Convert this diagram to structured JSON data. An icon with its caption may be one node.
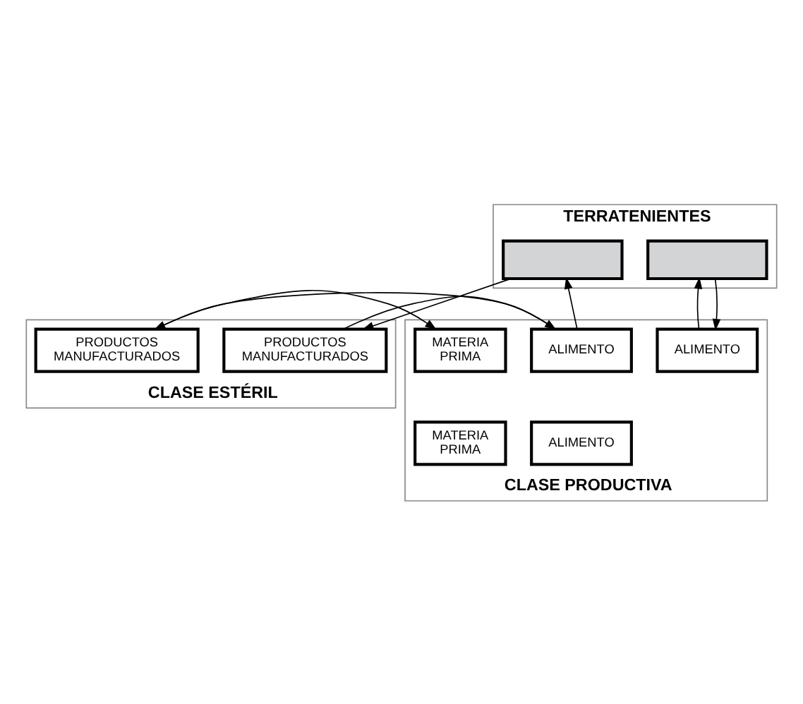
{
  "diagram": {
    "nodes": [
      {
        "text": [
          "TERRATENIENTES"
        ]
      },
      {
        "text": [],
        "shape": "box",
        "in": 0
      },
      {
        "text": [],
        "shape": "box",
        "in": 0
      },
      {
        "text": [
          "CLASE ESTÉRIL"
        ]
      },
      {
        "text": [
          "PRODUCTOS MANUFACTURADOS"
        ],
        "in": 3
      },
      {
        "text": [
          "PRODUCTOS MANUFACTURADOS"
        ],
        "in": 3
      },
      {
        "text": [
          "CLASE PRODUCTIVA"
        ]
      },
      {
        "text": [
          "ALIMENTO"
        ],
        "in": 6
      },
      {
        "text": [
          "ALIMENTO"
        ],
        "in": 6
      },
      {
        "text": [
          "ALIMENTO"
        ],
        "in": 6
      },
      {
        "text": [
          "MATERIA PRIMA"
        ],
        "in": 6
      },
      {
        "text": [
          "MATERIA PRIMA"
        ],
        "in": 6
      }
    ],
    "edges": [
      {
        "from": 1,
        "to": 4,
        "arrow": "to"
      },
      {
        "from": 8,
        "to": 1,
        "arrow": "to"
      },
      {
        "from": 4,
        "to": 8,
        "arrow": "to"
      },
      {
        "from": 8,
        "to": 5,
        "arrow": "to"
      },
      {
        "from": 2,
        "to": 7,
        "arrow": "to"
      },
      {
        "from": 7,
        "to": 2,
        "arrow": "to"
      },
      {
        "from": 5,
        "to": 10,
        "arrow": "to"
      }
    ]
  }
}
